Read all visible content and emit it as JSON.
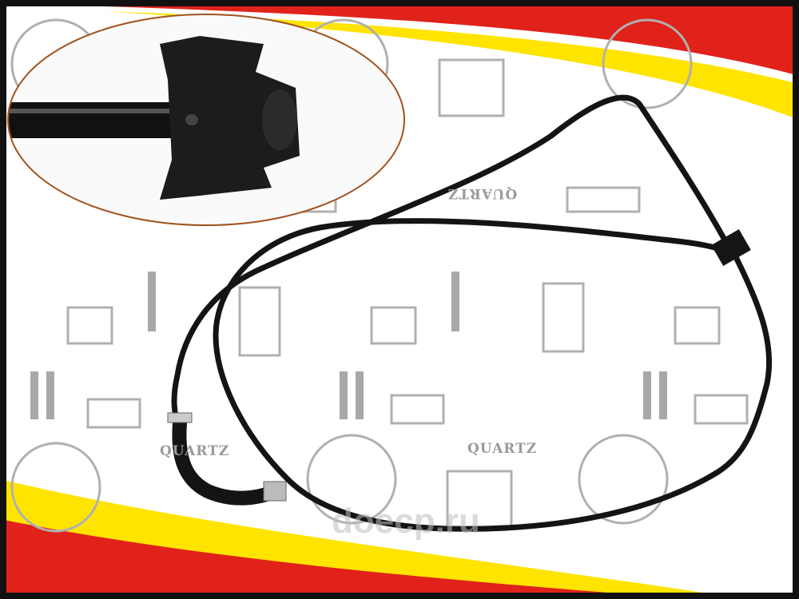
{
  "image": {
    "subject": "hose-with-connector",
    "watermark_brand": "QUARTZ",
    "watermark_site": "doecp.ru",
    "colors": {
      "border": "#111111",
      "stripe_red": "#e0221b",
      "stripe_yellow": "#ffe400",
      "pattern_grey": "#a8a8a8",
      "hose": "#141414",
      "inset_outline": "#a0521e"
    }
  }
}
